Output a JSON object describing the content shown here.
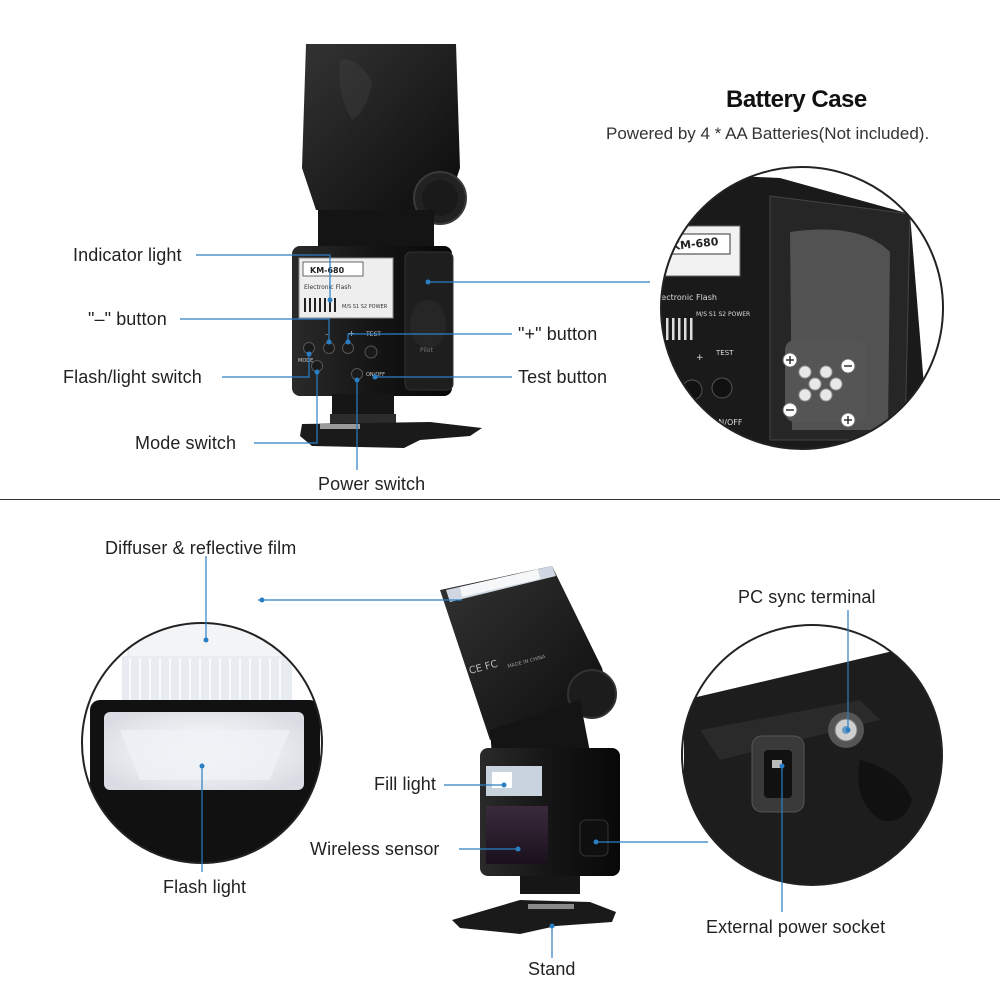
{
  "battery": {
    "title": "Battery Case",
    "subtitle": "Powered by 4 * AA Batteries(Not included)."
  },
  "top_labels": {
    "indicator_light": "Indicator light",
    "minus_button": "\"–\" button",
    "plus_button": "\"+\" button",
    "flash_light_switch": "Flash/light switch",
    "test_button": "Test button",
    "mode_switch": "Mode switch",
    "power_switch": "Power switch"
  },
  "bottom_labels": {
    "diffuser": "Diffuser & reflective film",
    "pc_sync": "PC sync terminal",
    "fill_light": "Fill light",
    "wireless_sensor": "Wireless sensor",
    "flash_light": "Flash light",
    "external_power": "External power socket",
    "stand": "Stand"
  },
  "device_markings": {
    "model": "KM-680",
    "type": "Electronic Flash",
    "modes": "M/S  S1  S2  POWER",
    "minus": "–",
    "plus": "+",
    "test": "TEST",
    "mode": "MODE",
    "onoff": "ON/OFF",
    "pilot": "Pilot",
    "certs": "CE FC",
    "made_in": "MADE IN CHINA"
  },
  "colors": {
    "leader_line": "#2a7fc4",
    "body": "#1b1b1b",
    "divider": "#333333"
  },
  "icons": {
    "battery_plus": "plus-sign",
    "battery_minus": "minus-sign"
  }
}
